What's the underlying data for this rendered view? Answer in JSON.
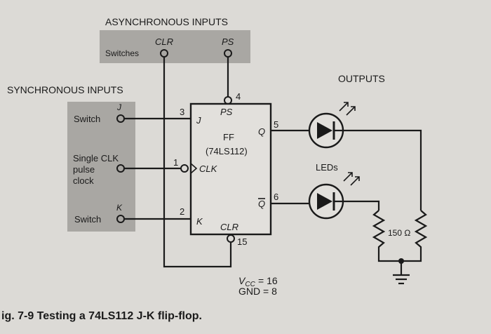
{
  "labels": {
    "async_title": "ASYNCHRONOUS INPUTS",
    "clr_top": "CLR",
    "ps_top": "PS",
    "switches": "Switches",
    "sync_title": "SYNCHRONOUS INPUTS",
    "j_label": "J",
    "switch_j": "Switch",
    "single_clk_1": "Single CLK",
    "single_clk_2": "pulse",
    "single_clk_3": "clock",
    "k_label": "K",
    "switch_k": "Switch",
    "outputs": "OUTPUTS",
    "leds": "LEDs",
    "resistor": "150 Ω",
    "vcc": "V",
    "vcc_sub": "CC",
    "vcc_val": "= 16",
    "gnd": "GND = 8",
    "caption": "ig. 7-9  Testing a 74LS112 J-K flip-flop."
  },
  "chip": {
    "ff": "FF",
    "part": "(74LS112)",
    "ps": "PS",
    "j": "J",
    "clk": "CLK",
    "k": "K",
    "clr": "CLR",
    "q": "Q",
    "qbar": "Q"
  },
  "pins": {
    "ps": "4",
    "j": "3",
    "clk": "1",
    "k": "2",
    "clr": "15",
    "q": "5",
    "qbar": "6"
  },
  "colors": {
    "background": "#dcdad6",
    "panel": "#a9a7a3",
    "ink": "#1a1a1a"
  }
}
